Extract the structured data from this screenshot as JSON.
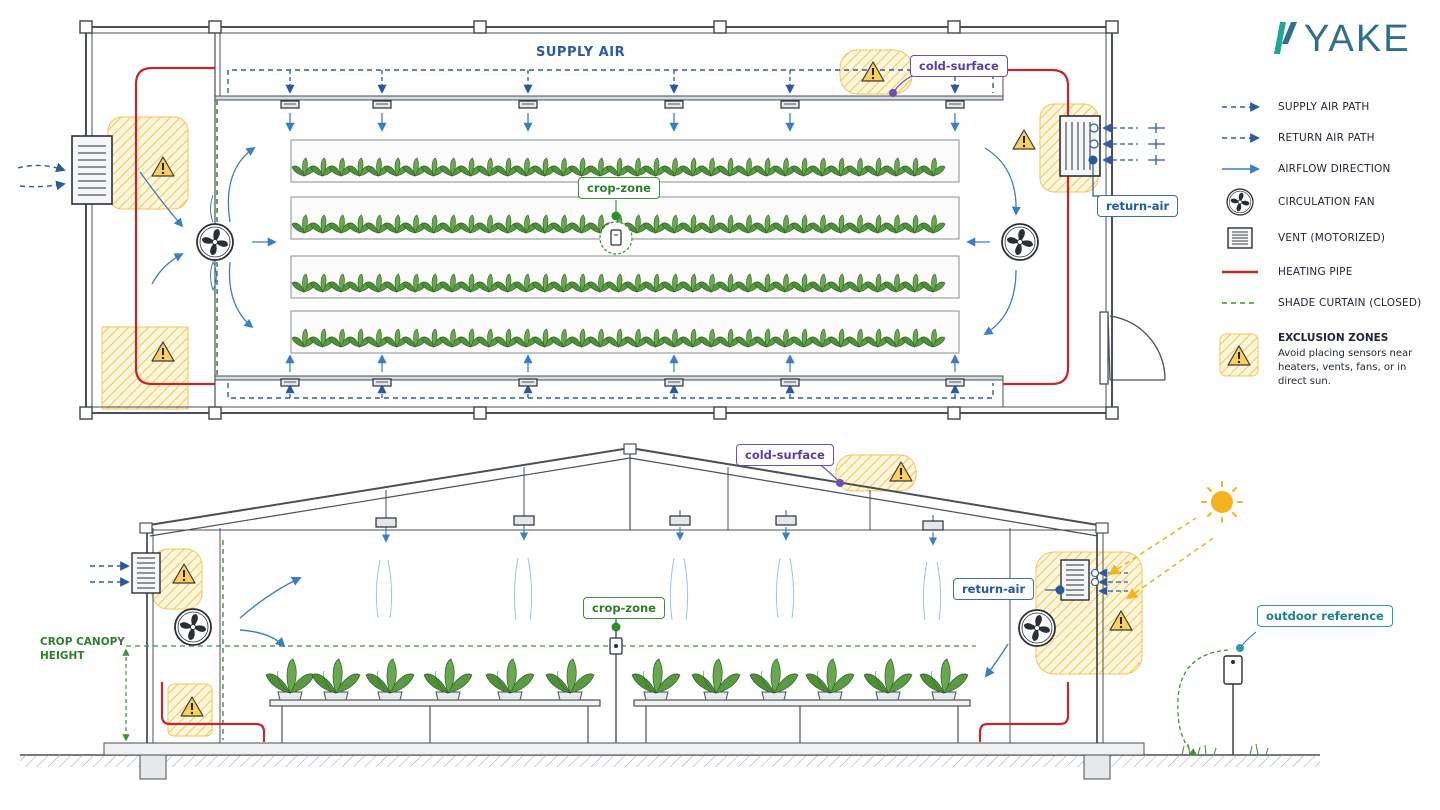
{
  "brand": {
    "name": "YAKE",
    "color": "#2e6f8c",
    "icon": "yake-logo-mark"
  },
  "plan": {
    "title": "SUPPLY AIR",
    "tags": {
      "cold_surface": "cold-surface",
      "return_air": "return-air",
      "crop_zone": "crop-zone"
    }
  },
  "section": {
    "tags": {
      "cold_surface": "cold-surface",
      "return_air": "return-air",
      "crop_zone": "crop-zone",
      "outdoor_reference": "outdoor reference"
    },
    "canopy_label_line1": "CROP CANOPY",
    "canopy_label_line2": "HEIGHT"
  },
  "legend": {
    "items": [
      {
        "key": "supply",
        "label": "SUPPLY AIR PATH",
        "icon": "dashed-arrow-icon"
      },
      {
        "key": "return",
        "label": "RETURN AIR PATH",
        "icon": "dashed-arrow-icon"
      },
      {
        "key": "airflow",
        "label": "AIRFLOW DIRECTION",
        "icon": "arrow-icon"
      },
      {
        "key": "fan",
        "label": "CIRCULATION FAN",
        "icon": "fan-icon"
      },
      {
        "key": "vent",
        "label": "VENT (MOTORIZED)",
        "icon": "vent-icon"
      },
      {
        "key": "heating",
        "label": "HEATING PIPE",
        "icon": "red-line-icon"
      },
      {
        "key": "shade",
        "label": "SHADE CURTAIN (CLOSED)",
        "icon": "green-dashed-line-icon"
      }
    ],
    "exclusion_title": "EXCLUSION ZONES",
    "exclusion_text": "Avoid placing sensors near heaters, vents, fans, or in direct sun."
  },
  "colors": {
    "supply": "#2c5aa0",
    "airflow": "#3a7fc4",
    "heating": "#c0282d",
    "shade": "#3f8f3f",
    "plant": "#4f8f3a",
    "exclusion": "#f2b736",
    "cold": "#6b4fb0",
    "sun": "#f2b31f",
    "structure": "#4a4f57"
  }
}
